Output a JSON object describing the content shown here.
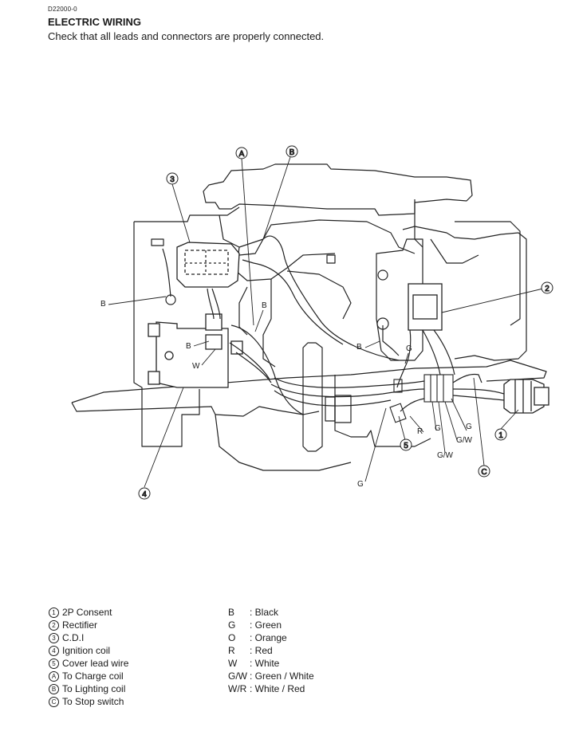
{
  "header": {
    "doc_code": "D22000-0",
    "title": "ELECTRIC WIRING",
    "subtitle": "Check that all leads and connectors are properly connected."
  },
  "callouts": {
    "c1": "1",
    "c2": "2",
    "c3": "3",
    "c4": "4",
    "c5": "5",
    "cA": "A",
    "cB": "B",
    "cC": "C"
  },
  "wire_labels": [
    "B",
    "B",
    "B",
    "W",
    "B",
    "G",
    "R",
    "G",
    "G",
    "G/W",
    "G/W",
    "G"
  ],
  "legend": {
    "parts": [
      {
        "mark": "1",
        "text": "2P Consent"
      },
      {
        "mark": "2",
        "text": "Rectifier"
      },
      {
        "mark": "3",
        "text": "C.D.I"
      },
      {
        "mark": "4",
        "text": "Ignition coil"
      },
      {
        "mark": "5",
        "text": "Cover lead wire"
      },
      {
        "mark": "A",
        "text": "To Charge coil"
      },
      {
        "mark": "B",
        "text": "To Lighting coil"
      },
      {
        "mark": "C",
        "text": "To Stop switch"
      }
    ],
    "colors": [
      {
        "code": "B",
        "text": ": Black"
      },
      {
        "code": "G",
        "text": ": Green"
      },
      {
        "code": "O",
        "text": ": Orange"
      },
      {
        "code": "R",
        "text": ": Red"
      },
      {
        "code": "W",
        "text": ": White"
      },
      {
        "code": "G/W",
        "text": ": Green / White"
      },
      {
        "code": "W/R",
        "text": ": White / Red"
      }
    ]
  }
}
